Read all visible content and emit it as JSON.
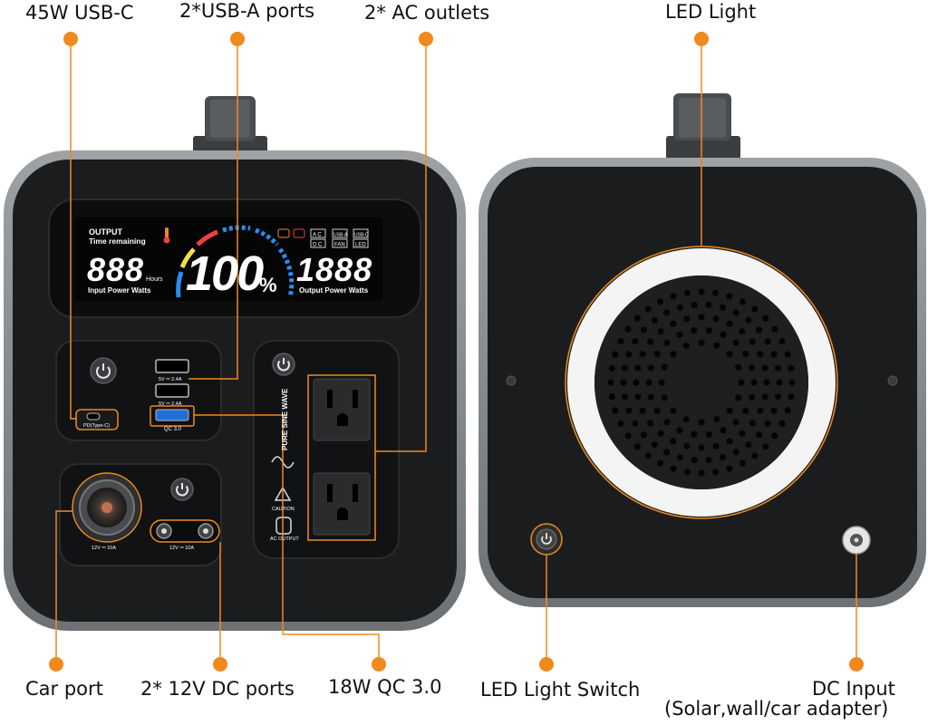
{
  "labels": {
    "usb_c": "45W USB-C",
    "usb_a": "2*USB-A ports",
    "ac_outlets": "2* AC outlets",
    "led_light": "LED Light",
    "car_port": "Car port",
    "dc_ports": "2* 12V DC ports",
    "qc": "18W QC 3.0",
    "led_switch": "LED Light Switch",
    "dc_input": "DC Input",
    "dc_input_sub": "(Solar,wall/car adapter)"
  },
  "lcd": {
    "output": "OUTPUT",
    "time_remaining": "Time remaining",
    "hours_digits": "888",
    "hours": "Hours",
    "percent": "100",
    "percent_sign": "%",
    "watts_digits": "1888",
    "input_power_watts": "Input Power  Watts",
    "output_power_watts": "Output Power  Watts",
    "icon_ac": "A C",
    "icon_dc": "D C",
    "icon_usba": "USB-A",
    "icon_usbc": "USB-C",
    "icon_fan": "FAN",
    "icon_led": "LED"
  },
  "panel": {
    "usb_a_rating1": "5V ⎓ 2.4A",
    "usb_a_rating2": "5V ⎓ 2.4A",
    "qc_label": "QC 3.0",
    "pd_label": "PD(Type-C)",
    "pure_sine": "PURE SINE WAVE",
    "caution": "CAUTION",
    "ac_output": "AC OUTPUT",
    "car_rating": "12V ⎓ 10A",
    "dc_rating": "12V ⎓ 10A"
  },
  "colors": {
    "accent": "#f08a1c",
    "body": "#1b1c1e",
    "frame": "#8a8e91"
  }
}
